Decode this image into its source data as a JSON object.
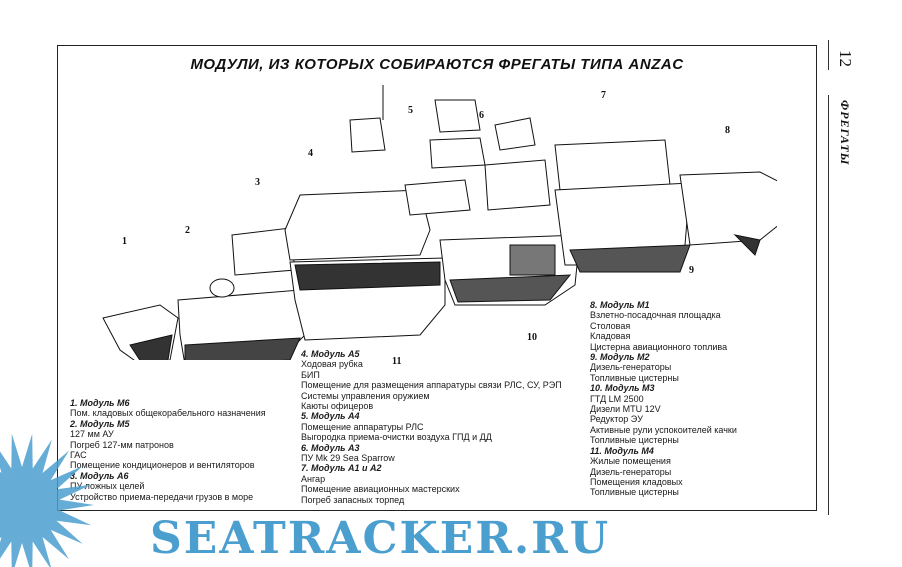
{
  "title": "МОДУЛИ, ИЗ КОТОРЫХ СОБИРАЮТСЯ ФРЕГАТЫ ТИПА ANZAC",
  "margin": {
    "page_number": "12",
    "section": "ФРЕГАТЫ"
  },
  "callouts": [
    "1",
    "2",
    "3",
    "4",
    "5",
    "6",
    "7",
    "8",
    "9",
    "10",
    "11"
  ],
  "legend_left": [
    {
      "h": "1. Модуль М6"
    },
    {
      "t": "Пом. кладовых общекорабельного назначения"
    },
    {
      "h": "2. Модуль М5"
    },
    {
      "t": "127 мм АУ"
    },
    {
      "t": "Погреб 127-мм патронов"
    },
    {
      "t": "ГАС"
    },
    {
      "t": "Помещение кондиционеров и вентиляторов"
    },
    {
      "h": "3. Модуль А6"
    },
    {
      "t": "ПУ ложных целей"
    },
    {
      "t": "Устройство приема-передачи грузов в море"
    }
  ],
  "legend_middle": [
    {
      "h": "4. Модуль А5"
    },
    {
      "t": "Ходовая рубка"
    },
    {
      "t": "БИП"
    },
    {
      "t": "Помещение для размещения аппаратуры связи РЛС, СУ, РЭП"
    },
    {
      "t": "Системы управления оружием"
    },
    {
      "t": "Каюты офицеров"
    },
    {
      "h": "5. Модуль А4"
    },
    {
      "t": "Помещение аппаратуры РЛС"
    },
    {
      "t": "Выгородка приема-очистки воздуха ГПД и ДД"
    },
    {
      "h": "6. Модуль А3"
    },
    {
      "t": "ПУ Mk 29 Sea Sparrow"
    },
    {
      "h": "7. Модуль А1 и А2"
    },
    {
      "t": "Ангар"
    },
    {
      "t": "Помещение авиационных мастерских"
    },
    {
      "t": "Погреб запасных торпед"
    }
  ],
  "legend_right": [
    {
      "h": "8. Модуль М1"
    },
    {
      "t": "Взлетно-посадочная площадка"
    },
    {
      "t": "Столовая"
    },
    {
      "t": "Кладовая"
    },
    {
      "t": "Цистерна авиационного топлива"
    },
    {
      "h": "9. Модуль М2"
    },
    {
      "t": "Дизель-генераторы"
    },
    {
      "t": "Топливные цистерны"
    },
    {
      "h": "10. Модуль М3"
    },
    {
      "t": "ГТД LM 2500"
    },
    {
      "t": "Дизели MTU 12V"
    },
    {
      "t": "Редуктор ЭУ"
    },
    {
      "t": "Активные рули успокоителей качки"
    },
    {
      "t": "Топливные цистерны"
    },
    {
      "h": "11. Модуль М4"
    },
    {
      "t": "Жилые помещения"
    },
    {
      "t": "Дизель-генераторы"
    },
    {
      "t": "Помещения кладовых"
    },
    {
      "t": "Топливные цистерны"
    }
  ],
  "watermark": "SEATRACKER.RU",
  "colors": {
    "watermark": "#4b9fcf",
    "ink": "#111111"
  }
}
